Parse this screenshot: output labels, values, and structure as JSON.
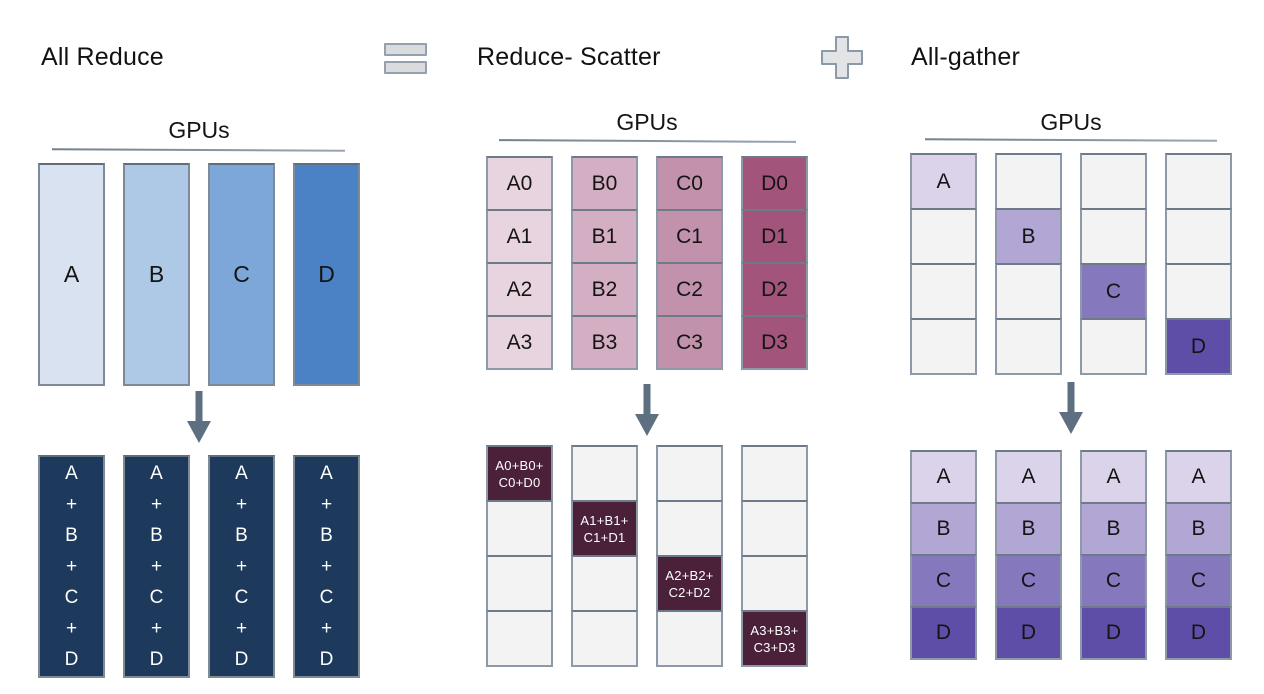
{
  "header": {
    "all_reduce_label": "All Reduce",
    "reduce_scatter_label": "Reduce- Scatter",
    "all_gather_label": "All-gather"
  },
  "colors": {
    "blue_shards": [
      "#d8e2f1",
      "#aec9e6",
      "#7ca7d8",
      "#4b81c5"
    ],
    "navy_result": "#1d3a5c",
    "pink_shards": [
      "#e7d4df",
      "#d4aec3",
      "#c291ac",
      "#a2547a"
    ],
    "plum_sum": "#4a2138",
    "purple_shards": [
      "#dad3ea",
      "#b2a6d4",
      "#8578bc",
      "#5e4ea7"
    ],
    "empty_cell": "#f3f3f4",
    "cell_border": "#8b99a9",
    "arrow": "#5d6f80"
  },
  "all_reduce": {
    "gpus_label": "GPUs",
    "input_columns": [
      "A",
      "B",
      "C",
      "D"
    ],
    "output_lines": [
      "A",
      "+",
      "B",
      "+",
      "C",
      "+",
      "D"
    ]
  },
  "reduce_scatter": {
    "gpus_label": "GPUs",
    "columns": [
      {
        "cells": [
          "A0",
          "A1",
          "A2",
          "A3"
        ]
      },
      {
        "cells": [
          "B0",
          "B1",
          "B2",
          "B3"
        ]
      },
      {
        "cells": [
          "C0",
          "C1",
          "C2",
          "C3"
        ]
      },
      {
        "cells": [
          "D0",
          "D1",
          "D2",
          "D3"
        ]
      }
    ],
    "output_sums": [
      [
        "A0+B0+",
        "C0+D0"
      ],
      [
        "A1+B1+",
        "C1+D1"
      ],
      [
        "A2+B2+",
        "C2+D2"
      ],
      [
        "A3+B3+",
        "C3+D3"
      ]
    ]
  },
  "all_gather": {
    "gpus_label": "GPUs",
    "input_diagonal": [
      "A",
      "B",
      "C",
      "D"
    ],
    "output_rows": [
      "A",
      "B",
      "C",
      "D"
    ]
  }
}
